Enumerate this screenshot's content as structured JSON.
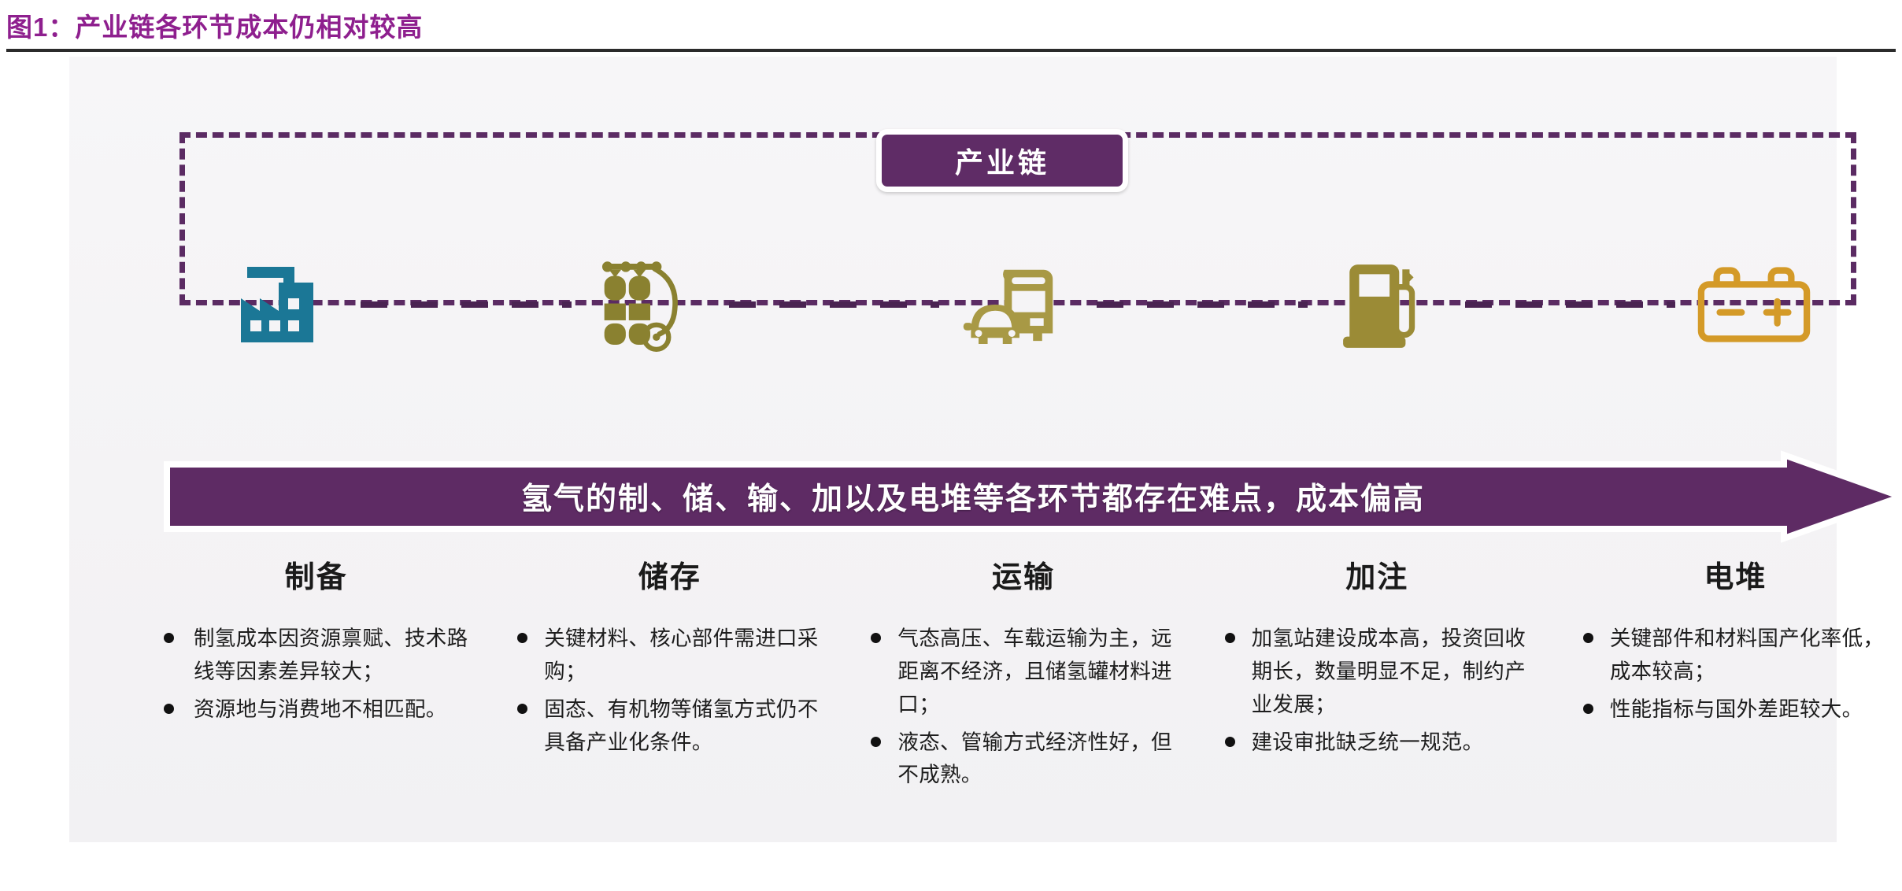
{
  "figure": {
    "title": "图1：产业链各环节成本仍相对较高"
  },
  "chain": {
    "badge_label": "产业链",
    "icons": [
      {
        "name": "factory-icon",
        "label": "工厂",
        "color": "#1b7796"
      },
      {
        "name": "gas-cylinder-icon",
        "label": "储氢瓶",
        "color": "#8a8130"
      },
      {
        "name": "bus-car-icon",
        "label": "车辆",
        "color": "#a89945"
      },
      {
        "name": "fuel-pump-icon",
        "label": "加氢站",
        "color": "#9b8b36"
      },
      {
        "name": "battery-icon",
        "label": "电堆",
        "color": "#d49a28"
      }
    ]
  },
  "banner": {
    "text": "氢气的制、储、输、加以及电堆等各环节都存在难点，成本偏高",
    "color": "#5e2b64"
  },
  "columns": [
    {
      "header": "制备",
      "bullets": [
        "制氢成本因资源禀赋、技术路线等因素差异较大；",
        "资源地与消费地不相匹配。"
      ]
    },
    {
      "header": "储存",
      "bullets": [
        "关键材料、核心部件需进口采购；",
        "固态、有机物等储氢方式仍不具备产业化条件。"
      ]
    },
    {
      "header": "运输",
      "bullets": [
        "气态高压、车载运输为主，远距离不经济，且储氢罐材料进口；",
        "液态、管输方式经济性好，但不成熟。"
      ]
    },
    {
      "header": "加注",
      "bullets": [
        "加氢站建设成本高，投资回收期长，数量明显不足，制约产业发展；",
        "建设审批缺乏统一规范。"
      ]
    },
    {
      "header": "电堆",
      "bullets": [
        "关键部件和材料国产化率低，成本较高；",
        "性能指标与国外差距较大。"
      ]
    }
  ],
  "theme": {
    "title_color": "#8e1f8e",
    "purple": "#5e2b64",
    "panel_bg": "#f5f4f6"
  }
}
